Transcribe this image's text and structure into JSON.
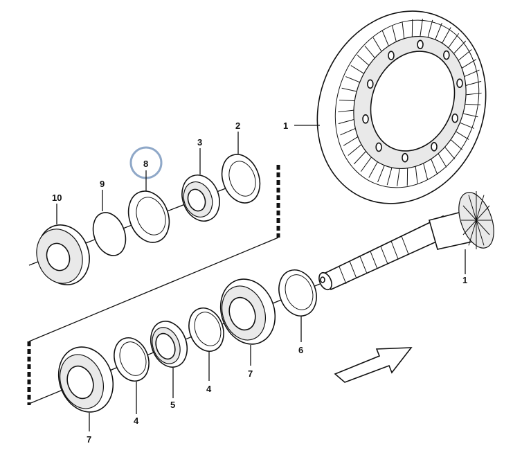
{
  "labels": {
    "ring_gear": "1",
    "pinion_shaft": "1",
    "washer_2": "2",
    "nut_3": "3",
    "ring_4a": "4",
    "ring_4b": "4",
    "sleeve_5": "5",
    "shim_6": "6",
    "bearing_7a": "7",
    "bearing_7b": "7",
    "ring_8": "8",
    "oring_9": "9",
    "pulley_10": "10"
  },
  "highlight": {
    "target": "8",
    "color": "#8fa8c8"
  }
}
